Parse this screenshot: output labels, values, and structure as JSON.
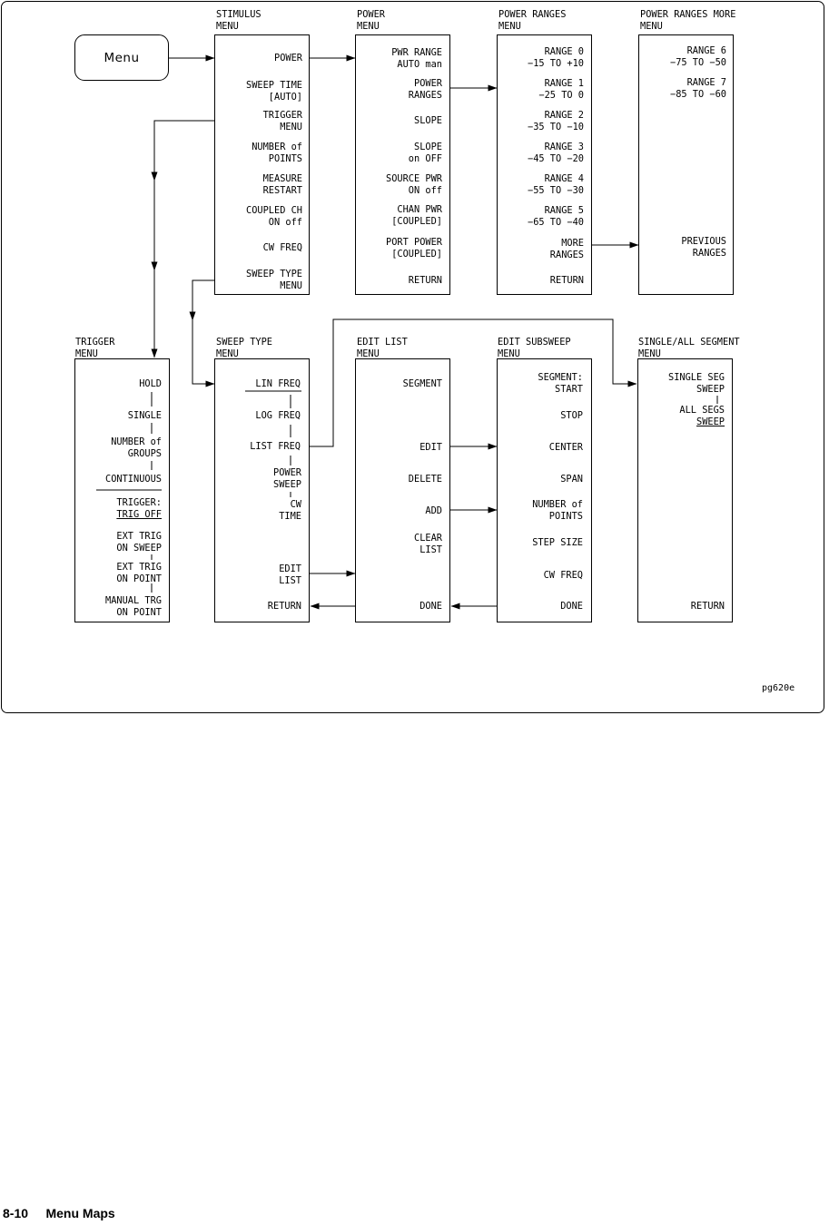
{
  "menu_key": "Menu",
  "figure_id": "pg620e",
  "footer": {
    "page": "8-10",
    "section": "Menu Maps"
  },
  "stimulus": {
    "title": [
      "STIMULUS",
      "MENU"
    ],
    "keys": {
      "power": "POWER",
      "sweep_time": [
        "SWEEP TIME",
        "[AUTO]"
      ],
      "trigger_menu": [
        "TRIGGER",
        "MENU"
      ],
      "number_of_points": [
        "NUMBER of",
        "POINTS"
      ],
      "measure_restart": [
        "MEASURE",
        "RESTART"
      ],
      "coupled_ch": [
        "COUPLED CH",
        "ON off"
      ],
      "cw_freq": "CW FREQ",
      "sweep_type_menu": [
        "SWEEP TYPE",
        "MENU"
      ]
    }
  },
  "power_menu": {
    "title": [
      "POWER",
      "MENU"
    ],
    "keys": {
      "pwr_range": [
        "PWR RANGE",
        "AUTO man"
      ],
      "power_ranges": [
        "POWER",
        "RANGES"
      ],
      "slope": "SLOPE",
      "slope_onoff": [
        "SLOPE",
        "on OFF"
      ],
      "source_pwr": [
        "SOURCE PWR",
        "ON off"
      ],
      "chan_pwr": [
        "CHAN PWR",
        "[COUPLED]"
      ],
      "port_power": [
        "PORT POWER",
        "[COUPLED]"
      ],
      "return": "RETURN"
    }
  },
  "power_ranges": {
    "title": [
      "POWER RANGES",
      "MENU"
    ],
    "keys": {
      "range0": [
        "RANGE 0",
        "−15 TO +10"
      ],
      "range1": [
        "RANGE 1",
        "−25 TO 0"
      ],
      "range2": [
        "RANGE 2",
        "−35 TO −10"
      ],
      "range3": [
        "RANGE 3",
        "−45 TO −20"
      ],
      "range4": [
        "RANGE 4",
        "−55 TO −30"
      ],
      "range5": [
        "RANGE 5",
        "−65 TO −40"
      ],
      "more_ranges": [
        "MORE",
        "RANGES"
      ],
      "return": "RETURN"
    }
  },
  "power_ranges_more": {
    "title": [
      "POWER RANGES MORE",
      "MENU"
    ],
    "keys": {
      "range6": [
        "RANGE 6",
        "−75 TO −50"
      ],
      "range7": [
        "RANGE 7",
        "−85 TO −60"
      ],
      "previous_ranges": [
        "PREVIOUS",
        "RANGES"
      ]
    }
  },
  "trigger_menu": {
    "title": [
      "TRIGGER",
      "MENU"
    ],
    "keys": {
      "hold": "HOLD",
      "single": "SINGLE",
      "number_of_groups": [
        "NUMBER of",
        "GROUPS"
      ],
      "continuous": "CONTINUOUS",
      "trigger": [
        "TRIGGER:",
        "TRIG OFF"
      ],
      "ext_trig_sweep": [
        "EXT TRIG",
        "ON SWEEP"
      ],
      "ext_trig_point": [
        "EXT TRIG",
        "ON POINT"
      ],
      "manual_trg": [
        "MANUAL TRG",
        "ON POINT"
      ]
    }
  },
  "sweep_type": {
    "title": [
      "SWEEP TYPE",
      "MENU"
    ],
    "keys": {
      "lin_freq": "LIN FREQ",
      "log_freq": "LOG FREQ",
      "list_freq": "LIST FREQ",
      "power_sweep": [
        "POWER",
        "SWEEP"
      ],
      "cw_time": [
        "CW",
        "TIME"
      ],
      "edit_list": [
        "EDIT",
        "LIST"
      ],
      "return": "RETURN"
    }
  },
  "edit_list": {
    "title": [
      "EDIT LIST",
      "MENU"
    ],
    "keys": {
      "segment": "SEGMENT",
      "edit": "EDIT",
      "delete": "DELETE",
      "add": "ADD",
      "clear_list": [
        "CLEAR",
        "LIST"
      ],
      "done": "DONE"
    }
  },
  "edit_subsweep": {
    "title": [
      "EDIT SUBSWEEP",
      "MENU"
    ],
    "keys": {
      "segment_start": [
        "SEGMENT:",
        "START"
      ],
      "stop": "STOP",
      "center": "CENTER",
      "span": "SPAN",
      "number_of_points": [
        "NUMBER of",
        "POINTS"
      ],
      "step_size": "STEP SIZE",
      "cw_freq": "CW FREQ",
      "done": "DONE"
    }
  },
  "single_all_segment": {
    "title": [
      "SINGLE/ALL SEGMENT",
      "MENU"
    ],
    "keys": {
      "single_seg": [
        "SINGLE SEG",
        "SWEEP"
      ],
      "all_segs": [
        "ALL SEGS",
        "SWEEP"
      ],
      "return": "RETURN"
    }
  }
}
